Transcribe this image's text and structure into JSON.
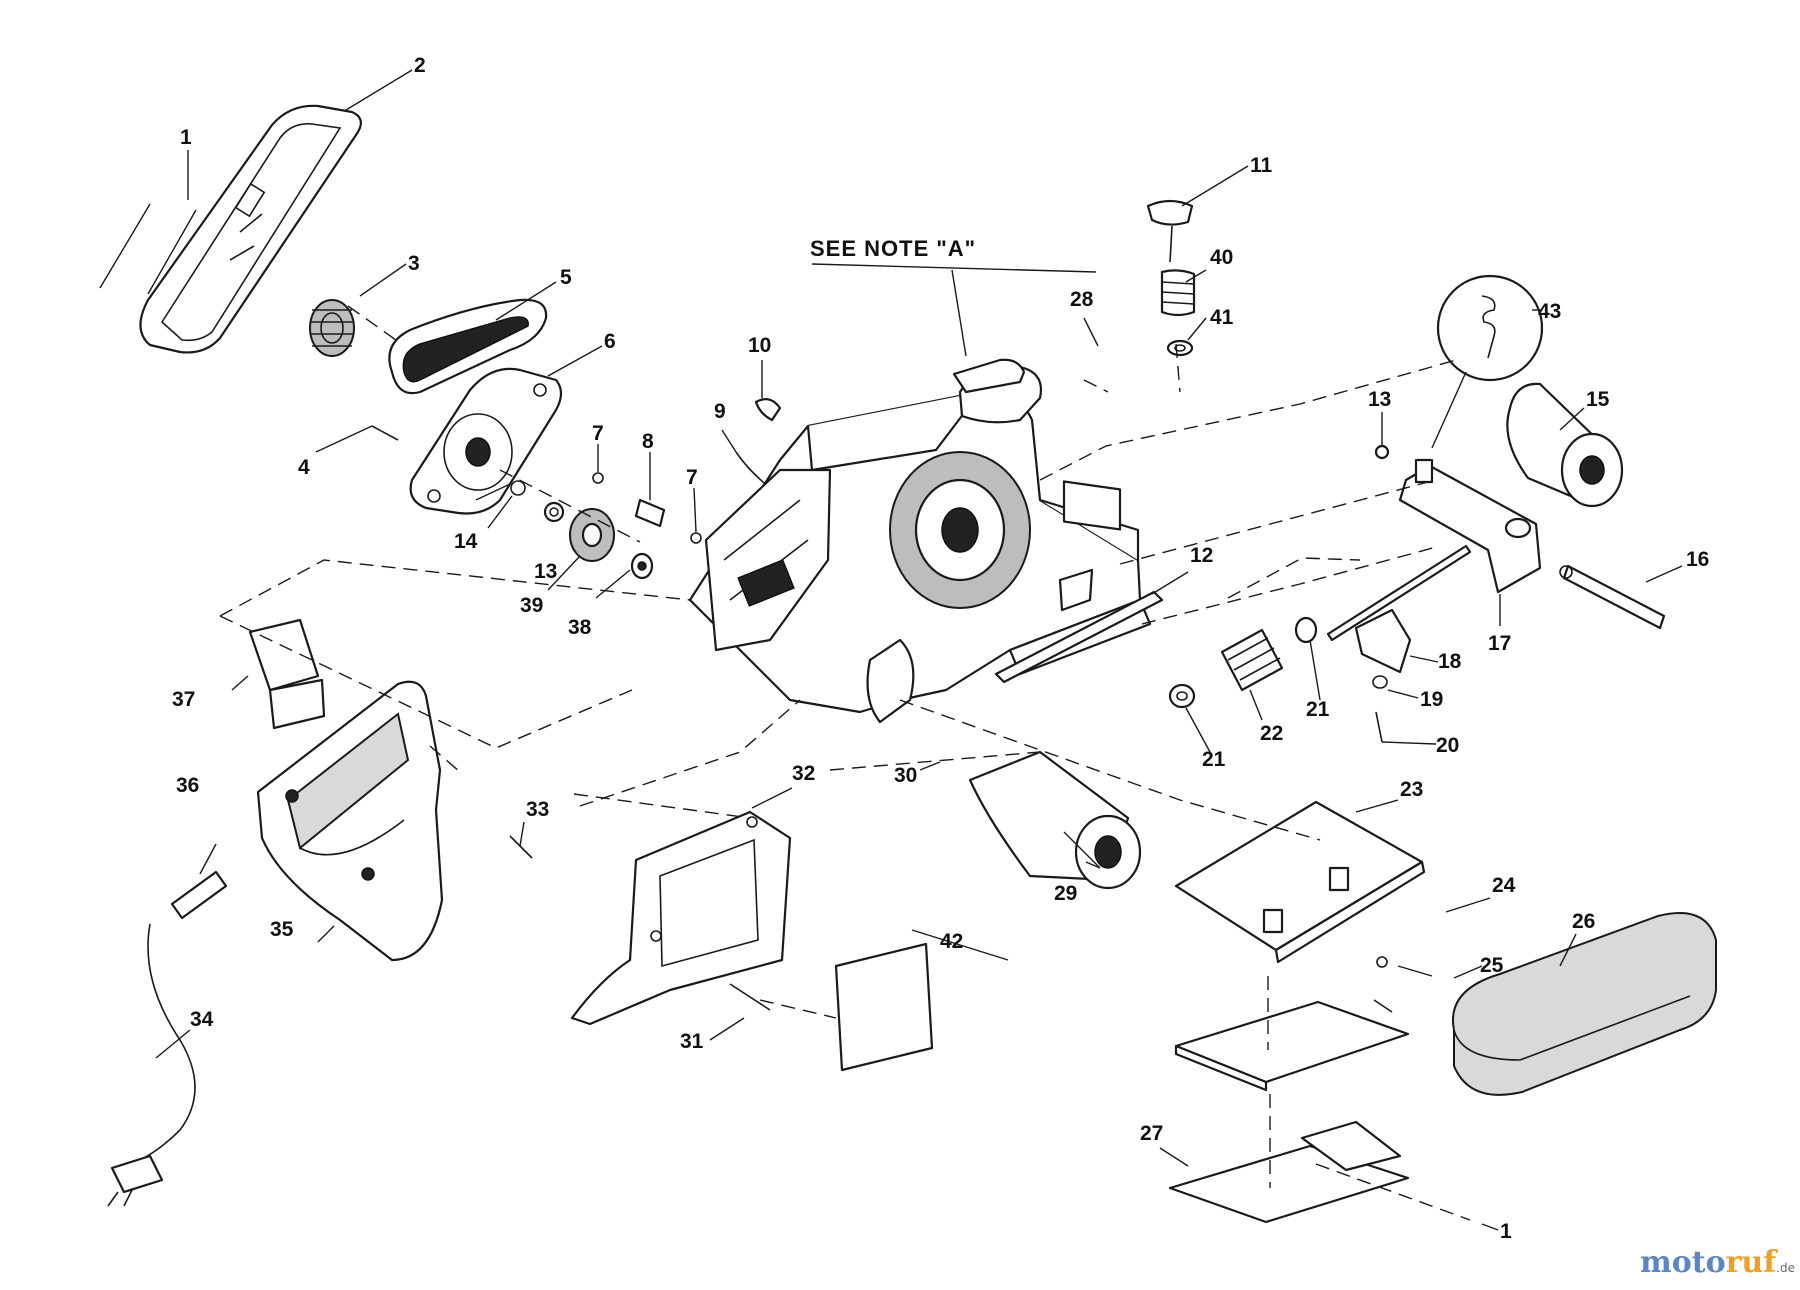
{
  "diagram": {
    "note_label": "SEE NOTE \"A\"",
    "callouts": [
      {
        "id": "c1a",
        "label": "1"
      },
      {
        "id": "c2",
        "label": "2"
      },
      {
        "id": "c3",
        "label": "3"
      },
      {
        "id": "c4",
        "label": "4"
      },
      {
        "id": "c5",
        "label": "5"
      },
      {
        "id": "c6",
        "label": "6"
      },
      {
        "id": "c7a",
        "label": "7"
      },
      {
        "id": "c7b",
        "label": "7"
      },
      {
        "id": "c8",
        "label": "8"
      },
      {
        "id": "c9",
        "label": "9"
      },
      {
        "id": "c10",
        "label": "10"
      },
      {
        "id": "c11",
        "label": "11"
      },
      {
        "id": "c12",
        "label": "12"
      },
      {
        "id": "c13a",
        "label": "13"
      },
      {
        "id": "c13b",
        "label": "13"
      },
      {
        "id": "c14",
        "label": "14"
      },
      {
        "id": "c15",
        "label": "15"
      },
      {
        "id": "c16",
        "label": "16"
      },
      {
        "id": "c17",
        "label": "17"
      },
      {
        "id": "c18",
        "label": "18"
      },
      {
        "id": "c19",
        "label": "19"
      },
      {
        "id": "c20",
        "label": "20"
      },
      {
        "id": "c21a",
        "label": "21"
      },
      {
        "id": "c21b",
        "label": "21"
      },
      {
        "id": "c22",
        "label": "22"
      },
      {
        "id": "c23",
        "label": "23"
      },
      {
        "id": "c24",
        "label": "24"
      },
      {
        "id": "c25",
        "label": "25"
      },
      {
        "id": "c26",
        "label": "26"
      },
      {
        "id": "c27",
        "label": "27"
      },
      {
        "id": "c28",
        "label": "28"
      },
      {
        "id": "c29",
        "label": "29"
      },
      {
        "id": "c30",
        "label": "30"
      },
      {
        "id": "c31",
        "label": "31"
      },
      {
        "id": "c32",
        "label": "32"
      },
      {
        "id": "c33",
        "label": "33"
      },
      {
        "id": "c34",
        "label": "34"
      },
      {
        "id": "c35",
        "label": "35"
      },
      {
        "id": "c36",
        "label": "36"
      },
      {
        "id": "c37",
        "label": "37"
      },
      {
        "id": "c38",
        "label": "38"
      },
      {
        "id": "c39",
        "label": "39"
      },
      {
        "id": "c40",
        "label": "40"
      },
      {
        "id": "c41",
        "label": "41"
      },
      {
        "id": "c42",
        "label": "42"
      },
      {
        "id": "c43",
        "label": "43"
      },
      {
        "id": "c1b",
        "label": "1"
      }
    ]
  },
  "watermark": {
    "part_a": "moto",
    "part_b": "ruf",
    "suffix": ".de"
  }
}
